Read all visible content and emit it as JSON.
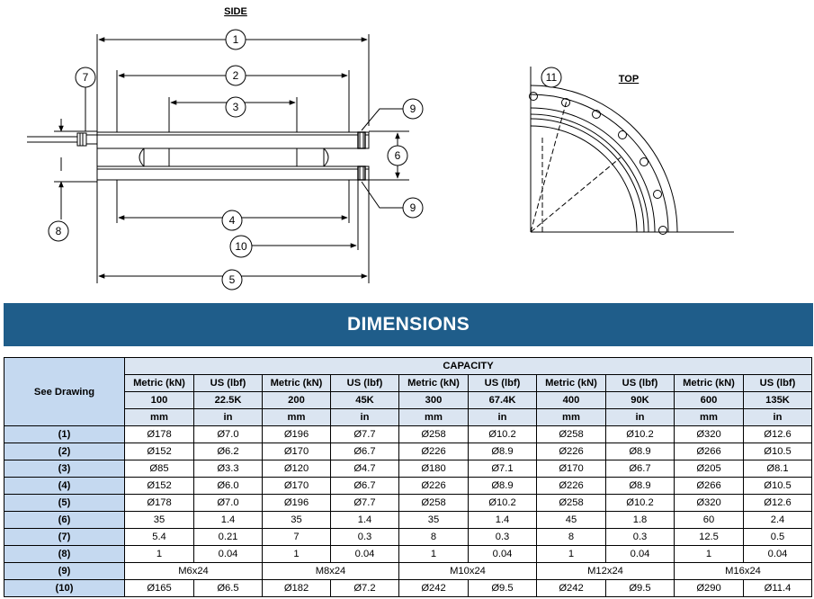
{
  "drawing": {
    "side_title": "SIDE",
    "top_title": "TOP",
    "callouts": [
      "1",
      "2",
      "3",
      "4",
      "5",
      "6",
      "7",
      "8",
      "9",
      "10",
      "11"
    ]
  },
  "section_title": "DIMENSIONS",
  "table": {
    "see_drawing": "See Drawing",
    "capacity_label": "CAPACITY",
    "unit_headers": [
      "Metric (kN)",
      "US (lbf)",
      "Metric (kN)",
      "US (lbf)",
      "Metric (kN)",
      "US (lbf)",
      "Metric (kN)",
      "US (lbf)",
      "Metric (kN)",
      "US (lbf)"
    ],
    "capacities": [
      "100",
      "22.5K",
      "200",
      "45K",
      "300",
      "67.4K",
      "400",
      "90K",
      "600",
      "135K"
    ],
    "units": [
      "mm",
      "in",
      "mm",
      "in",
      "mm",
      "in",
      "mm",
      "in",
      "mm",
      "in"
    ],
    "rows": [
      {
        "label": "(1)",
        "values": [
          "Ø178",
          "Ø7.0",
          "Ø196",
          "Ø7.7",
          "Ø258",
          "Ø10.2",
          "Ø258",
          "Ø10.2",
          "Ø320",
          "Ø12.6"
        ]
      },
      {
        "label": "(2)",
        "values": [
          "Ø152",
          "Ø6.2",
          "Ø170",
          "Ø6.7",
          "Ø226",
          "Ø8.9",
          "Ø226",
          "Ø8.9",
          "Ø266",
          "Ø10.5"
        ]
      },
      {
        "label": "(3)",
        "values": [
          "Ø85",
          "Ø3.3",
          "Ø120",
          "Ø4.7",
          "Ø180",
          "Ø7.1",
          "Ø170",
          "Ø6.7",
          "Ø205",
          "Ø8.1"
        ]
      },
      {
        "label": "(4)",
        "values": [
          "Ø152",
          "Ø6.0",
          "Ø170",
          "Ø6.7",
          "Ø226",
          "Ø8.9",
          "Ø226",
          "Ø8.9",
          "Ø266",
          "Ø10.5"
        ]
      },
      {
        "label": "(5)",
        "values": [
          "Ø178",
          "Ø7.0",
          "Ø196",
          "Ø7.7",
          "Ø258",
          "Ø10.2",
          "Ø258",
          "Ø10.2",
          "Ø320",
          "Ø12.6"
        ]
      },
      {
        "label": "(6)",
        "values": [
          "35",
          "1.4",
          "35",
          "1.4",
          "35",
          "1.4",
          "45",
          "1.8",
          "60",
          "2.4"
        ]
      },
      {
        "label": "(7)",
        "values": [
          "5.4",
          "0.21",
          "7",
          "0.3",
          "8",
          "0.3",
          "8",
          "0.3",
          "12.5",
          "0.5"
        ]
      },
      {
        "label": "(8)",
        "values": [
          "1",
          "0.04",
          "1",
          "0.04",
          "1",
          "0.04",
          "1",
          "0.04",
          "1",
          "0.04"
        ]
      }
    ],
    "row9": {
      "label": "(9)",
      "values": [
        "M6x24",
        "M8x24",
        "M10x24",
        "M12x24",
        "M16x24"
      ]
    },
    "row10": {
      "label": "(10)",
      "values": [
        "Ø165",
        "Ø6.5",
        "Ø182",
        "Ø7.2",
        "Ø242",
        "Ø9.5",
        "Ø242",
        "Ø9.5",
        "Ø290",
        "Ø11.4"
      ]
    }
  }
}
